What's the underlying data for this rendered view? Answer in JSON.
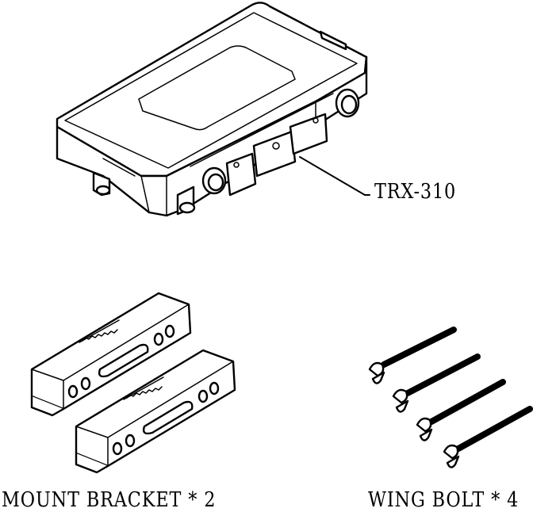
{
  "labels": {
    "device": "TRX-310",
    "bracket": "MOUNT BRACKET * 2",
    "bolt": "WING BOLT * 4"
  }
}
